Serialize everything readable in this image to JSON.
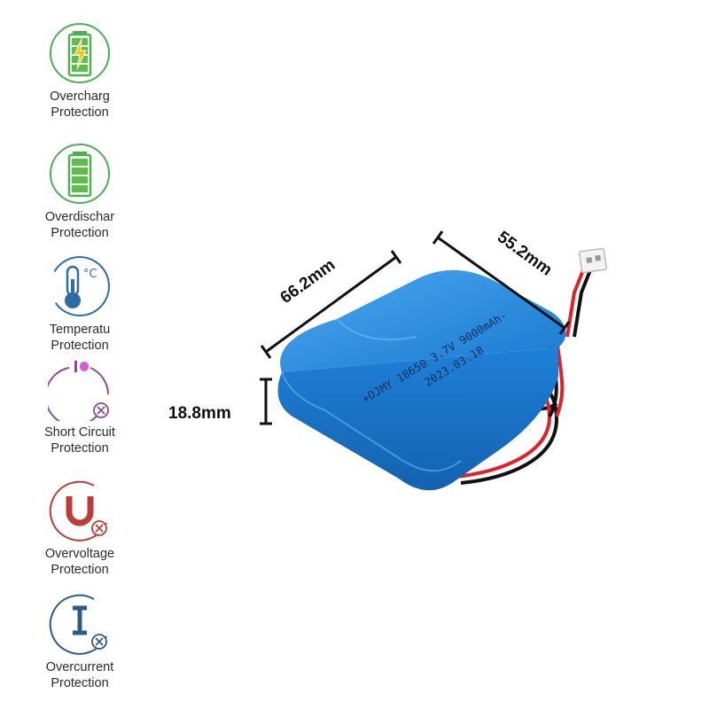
{
  "features": [
    {
      "line1": "Overcharg",
      "line2": "Protection",
      "icon": "battery-bolt-icon",
      "color": "#3a9a3a"
    },
    {
      "line1": "Overdischar",
      "line2": "Protection",
      "icon": "battery-full-icon",
      "color": "#3a9a3a"
    },
    {
      "line1": "Temperatu",
      "line2": "Protection",
      "icon": "thermometer-icon",
      "color": "#2e6ca8"
    },
    {
      "line1": "Short Circuit",
      "line2": "Protection",
      "icon": "short-circuit-icon",
      "color": "#8a4aa0"
    },
    {
      "line1": "Overvoltage",
      "line2": "Protection",
      "icon": "voltage-u-icon",
      "color": "#c03a3a"
    },
    {
      "line1": "Overcurrent",
      "line2": "Protection",
      "icon": "current-i-icon",
      "color": "#2e5a8a"
    }
  ],
  "temp_unit": "°C",
  "dimensions": {
    "length": "66.2mm",
    "width": "55.2mm",
    "height": "18.8mm"
  },
  "battery": {
    "print_line1": "+DJMY 18650 3.7V 9000mAh-",
    "print_line2": "2023.03.18",
    "color": "#1f7fd6"
  }
}
